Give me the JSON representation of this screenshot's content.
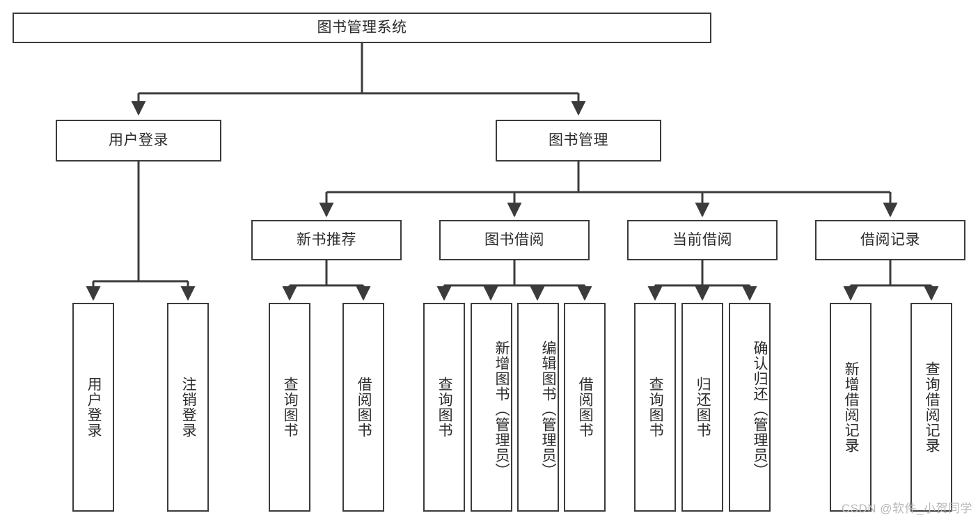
{
  "diagram": {
    "title": "图书管理系统",
    "type": "tree",
    "colors": {
      "background": "#ffffff",
      "node_border": "#3b3b3b",
      "node_fill": "#ffffff",
      "edge": "#3b3b3b",
      "text": "#2b2b2b",
      "watermark": "#b9b9b9"
    },
    "root": {
      "id": "root",
      "label": "图书管理系统"
    },
    "level2": [
      {
        "id": "user-login",
        "label": "用户登录"
      },
      {
        "id": "book-manage",
        "label": "图书管理"
      }
    ],
    "level3": [
      {
        "id": "new-book-rec",
        "label": "新书推荐"
      },
      {
        "id": "book-borrow",
        "label": "图书借阅"
      },
      {
        "id": "current-borrow",
        "label": "当前借阅"
      },
      {
        "id": "borrow-record",
        "label": "借阅记录"
      }
    ],
    "leaves": {
      "user_login": [
        {
          "id": "leaf-user-login",
          "label": "用户登录"
        },
        {
          "id": "leaf-logout",
          "label": "注销登录"
        }
      ],
      "new_book_rec": [
        {
          "id": "leaf-query-book-1",
          "label": "查询图书"
        },
        {
          "id": "leaf-borrow-book-1",
          "label": "借阅图书"
        }
      ],
      "book_borrow": [
        {
          "id": "leaf-query-book-2",
          "label": "查询图书"
        },
        {
          "id": "leaf-add-book",
          "label": "新增图书（管理员）"
        },
        {
          "id": "leaf-edit-book",
          "label": "编辑图书（管理员）"
        },
        {
          "id": "leaf-borrow-book-2",
          "label": "借阅图书"
        }
      ],
      "current_borrow": [
        {
          "id": "leaf-query-book-3",
          "label": "查询图书"
        },
        {
          "id": "leaf-return-book",
          "label": "归还图书"
        },
        {
          "id": "leaf-confirm-return",
          "label": "确认归还（管理员）"
        }
      ],
      "borrow_record": [
        {
          "id": "leaf-add-record",
          "label": "新增借阅记录"
        },
        {
          "id": "leaf-query-record",
          "label": "查询借阅记录"
        }
      ]
    }
  },
  "watermark": {
    "text": "CSDN @软件_小贺同学"
  }
}
